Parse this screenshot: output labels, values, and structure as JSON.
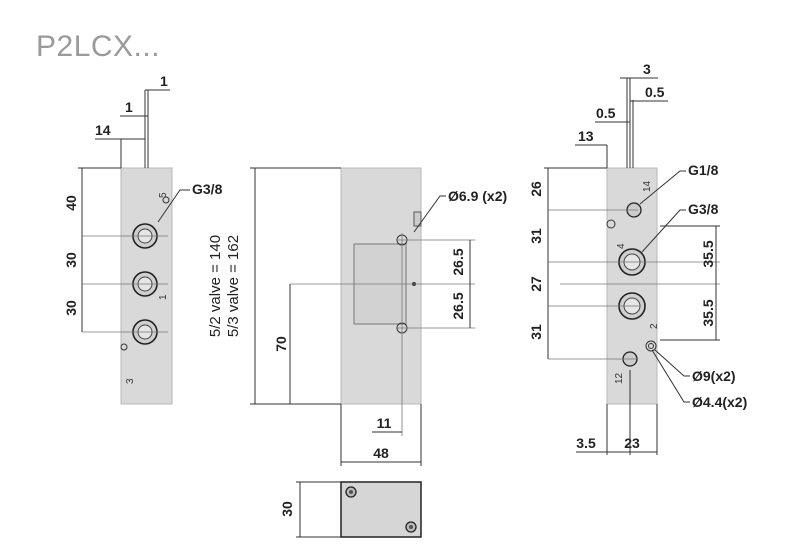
{
  "title": "P2LCX...",
  "left_view": {
    "dims": {
      "top1": "1",
      "top2": "1",
      "top3": "14",
      "v40": "40",
      "v30a": "30",
      "v30b": "30"
    },
    "callout": "G3/8",
    "ports": {
      "p5": "5",
      "p1": "1",
      "p3": "3"
    }
  },
  "middle_view": {
    "valve_label_1": "5/2 valve = 140",
    "valve_label_2": "5/3 valve = 162",
    "callout": "Ø6.9 (x2)",
    "dims": {
      "d265a": "26.5",
      "d265b": "26.5",
      "d70": "70",
      "d11": "11",
      "d48": "48"
    }
  },
  "bottom_view": {
    "dims": {
      "d30": "30"
    }
  },
  "right_view": {
    "dims": {
      "d3": "3",
      "d05a": "0.5",
      "d05b": "0.5",
      "d13": "13",
      "v26": "26",
      "v31a": "31",
      "v27": "27",
      "v31b": "31",
      "v355a": "35.5",
      "v355b": "35.5",
      "d35": "3.5",
      "d23": "23"
    },
    "callouts": {
      "g18": "G1/8",
      "g38": "G3/8",
      "d9": "Ø9(x2)",
      "d44": "Ø4.4(x2)"
    },
    "ports": {
      "p14": "14",
      "p4": "4",
      "p2": "2",
      "p12": "12"
    }
  }
}
